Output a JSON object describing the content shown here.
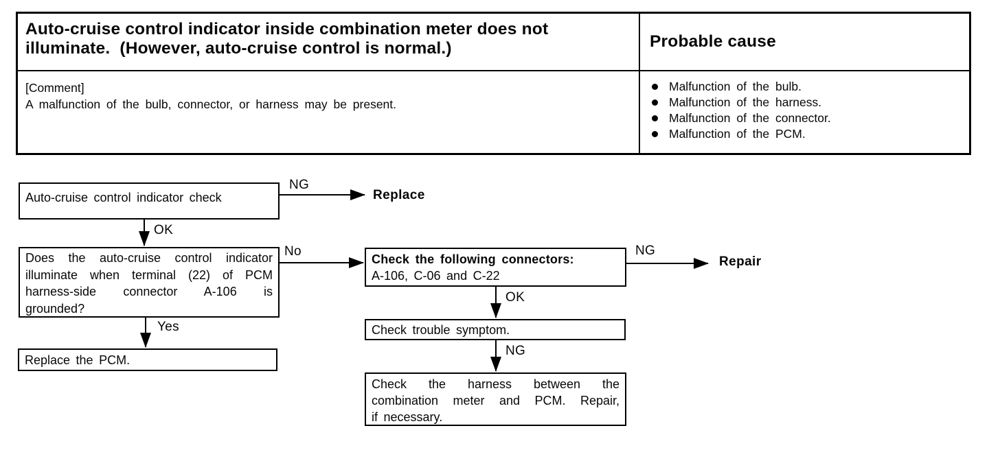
{
  "doc": {
    "header": {
      "problem_lines": [
        "Auto-cruise control indicator inside combination meter does",
        "not illuminate.  (However, auto-cruise control is normal.)"
      ],
      "probable_cause": "Probable cause"
    },
    "comment": {
      "label": "[Comment]",
      "text": "A malfunction of the bulb, connector, or harness may be present."
    },
    "causes": [
      "Malfunction of the bulb.",
      "Malfunction of the harness.",
      "Malfunction of the connector.",
      "Malfunction of the PCM."
    ]
  },
  "flow": {
    "box_indicator_check": "Auto-cruise control indicator check",
    "box_question_lines": [
      "Does the auto-cruise control indicator",
      "illuminate when terminal (22) of PCM",
      "harness-side connector A-106 is",
      "grounded?"
    ],
    "box_connectors_title": "Check the following connectors:",
    "box_connectors_items": "A-106, C-06 and C-22",
    "box_replace_pcm": "Replace the PCM.",
    "box_trouble_symptom": "Check trouble symptom.",
    "box_harness_lines": [
      "Check the harness between the",
      "combination meter and PCM. Repair,",
      "if necessary."
    ],
    "labels": {
      "ng_1": "NG",
      "ok_1": "OK",
      "no": "No",
      "ng_2": "NG",
      "yes": "Yes",
      "ok_2": "OK",
      "ng_3": "NG"
    },
    "outcomes": {
      "replace": "Replace",
      "repair": "Repair"
    }
  },
  "colors": {
    "ink": "#000000",
    "paper": "#ffffff"
  }
}
